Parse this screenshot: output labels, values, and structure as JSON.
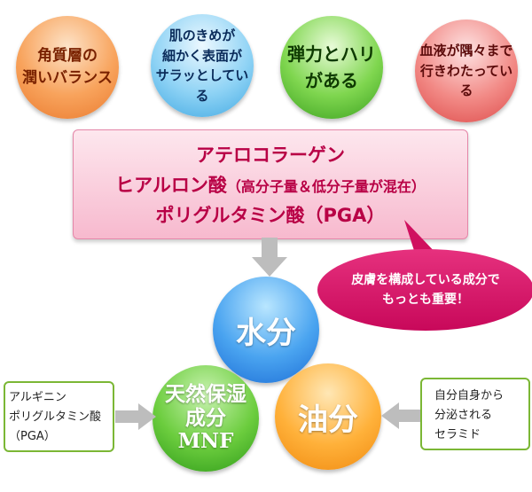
{
  "top_circles": [
    {
      "lines": [
        "角質層の",
        "潤いバランス"
      ]
    },
    {
      "lines": [
        "肌のきめが",
        "細かく表面が",
        "サラッとしている"
      ]
    },
    {
      "lines": [
        "弾力とハリ",
        "がある"
      ]
    },
    {
      "lines": [
        "血液が隅々まで",
        "行きわたっている"
      ]
    }
  ],
  "ingredients": {
    "line1": "アテロコラーゲン",
    "line2_main": "ヒアルロン酸",
    "line2_note": "（高分子量＆低分子量が混在）",
    "line3": "ポリグルタミン酸（PGA）"
  },
  "bubble": {
    "line1": "皮膚を構成している成分で",
    "line2": "もっとも重要！"
  },
  "center": {
    "water": "水分",
    "nmf": {
      "line1": "天然保湿",
      "line2": "成分",
      "line3": "MNF"
    },
    "oil": "油分"
  },
  "left_box": {
    "line1": "アルギニン",
    "line2": "ポリグルタミン酸",
    "line3": "（PGA）"
  },
  "right_box": {
    "line1": "自分自身から",
    "line2": "分泌される",
    "line3": "セラミド"
  },
  "colors": {
    "pink_text": "#b80045",
    "bubble": "#d80a66",
    "arrow": "#bdbdbd",
    "box_border": "#7bb735"
  }
}
